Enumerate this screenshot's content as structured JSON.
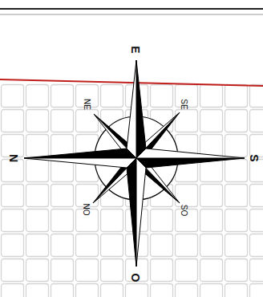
{
  "diagram": {
    "labels": [
      "E",
      "NE",
      "SE",
      "N",
      "S",
      "NO",
      "SO",
      "O"
    ]
  }
}
